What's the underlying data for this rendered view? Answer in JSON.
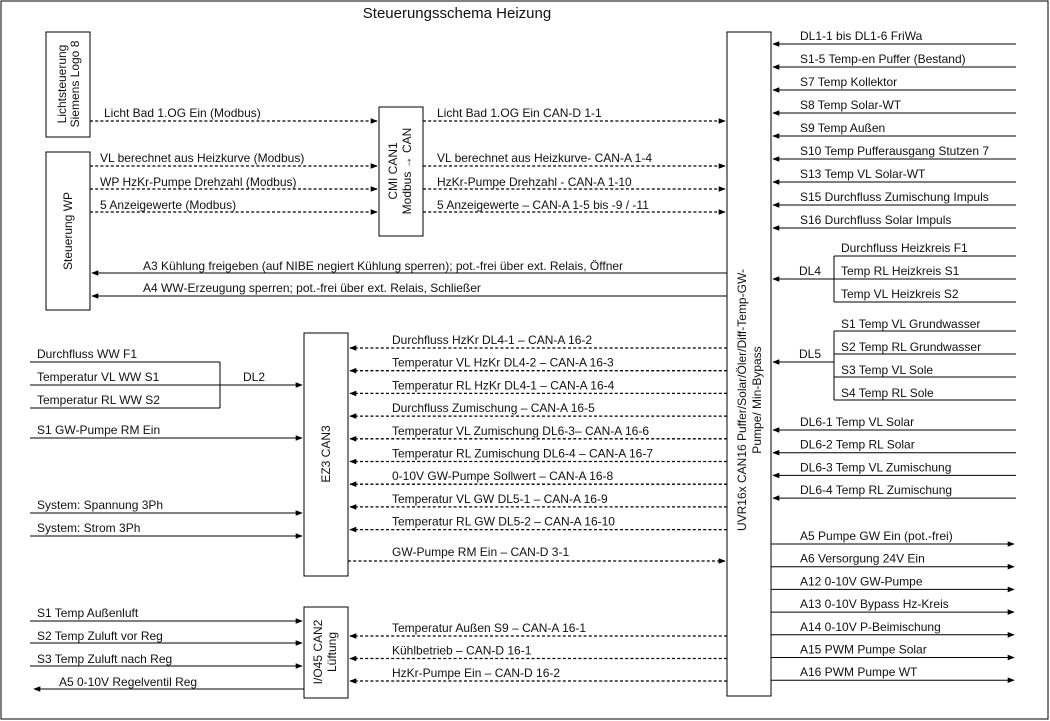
{
  "title": "Steuerungsschema Heizung",
  "boxes": {
    "licht": "Lichtsteuerung Siemens Logo 8",
    "licht_line1": "Lichtsteuerung",
    "licht_line2": "Siemens Logo 8",
    "wp": "Steuerung WP",
    "cmi": "CMI CAN1 Modbus → CAN",
    "cmi_line1": "CMI CAN1",
    "cmi_line2": "Modbus → CAN",
    "ez3": "EZ3 CAN3",
    "io45": "I/O45 CAN2 Lüftung",
    "io45_line1": "I/O45 CAN2",
    "io45_line2": "Lüftung",
    "uvr": "UVR16x CAN16 Puffer/Solar/Öler/Diff-Temp-GW-Pumpe/ Min-Bypass",
    "uvr_line1": "UVR16x CAN16 Puffer/Solar/Öler/Diff-Temp-GW-",
    "uvr_line2": "Pumpe/ Min-Bypass"
  },
  "modbus_inputs": {
    "licht_bad": "Licht Bad 1.OG Ein (Modbus)",
    "vl_berechnet": "VL berechnet aus Heizkurve (Modbus)",
    "hzkr_pumpe": "WP HzKr-Pumpe Drehzahl (Modbus)",
    "anzeigewerte": "5 Anzeigewerte (Modbus)"
  },
  "can_to_uvr": {
    "licht_bad": "Licht Bad 1.OG Ein  CAN-D 1-1",
    "vl_berechnet": "VL berechnet aus Heizkurve- CAN-A 1-4",
    "hzkr_pumpe": "HzKr-Pumpe Drehzahl - CAN-A 1-10",
    "anzeigewerte": "5 Anzeigewerte – CAN-A 1-5 bis -9 / -11"
  },
  "uvr_to_wp": {
    "a3": "A3 Kühlung freigeben (auf NIBE negiert Kühlung sperren); pot.-frei über ext. Relais, Öffner",
    "a4": "A4 WW-Erzeugung sperren; pot.-frei über ext. Relais, Schließer"
  },
  "ez3_can_signals": [
    "Durchfluss  HzKr DL4-1 – CAN-A 16-2",
    "Temperatur  VL HzKr DL4-2 – CAN-A 16-3",
    "Temperatur  RL HzKr DL4-1 – CAN-A 16-4",
    "Durchfluss Zumischung – CAN-A 16-5",
    "Temperatur  VL Zumischung DL6-3– CAN-A 16-6",
    "Temperatur  RL Zumischung DL6-4 – CAN-A 16-7",
    "0-10V GW-Pumpe Sollwert – CAN-A 16-8",
    "Temperatur  VL GW DL5-1 – CAN-A 16-9",
    "Temperatur  RL GW DL5-2 – CAN-A 16-10"
  ],
  "ez3_to_uvr": "GW-Pumpe RM Ein – CAN-D 3-1",
  "io45_can_signals": [
    "Temperatur  Außen S9 – CAN-A 16-1",
    "Kühlbetrieb – CAN-D 16-1",
    "HzKr-Pumpe Ein – CAN-D 16-2"
  ],
  "dl2": {
    "label": "DL2",
    "items": [
      "Durchfluss  WW F1",
      "Temperatur  VL WW S1",
      "Temperatur  RL WW S2"
    ]
  },
  "ez3_inputs": {
    "gw_pumpe_rm": "S1 GW-Pumpe RM Ein",
    "spannung": "System: Spannung 3Ph",
    "strom": "System: Strom 3Ph"
  },
  "io45_inputs": [
    "S1 Temp Außenluft",
    "S2 Temp Zuluft vor Reg",
    "S3 Temp Zuluft nach Reg"
  ],
  "io45_output": "A5 0-10V Regelventil Reg",
  "uvr_inputs_top": [
    "DL1-1 bis DL1-6 FriWa",
    "S1-5 Temp-en Puffer (Bestand)",
    "S7 Temp Kollektor",
    "S8 Temp Solar-WT",
    "S9 Temp Außen",
    "S10 Temp Pufferausgang Stutzen 7",
    "S13 Temp VL Solar-WT",
    "S15 Durchfluss Zumischung Impuls",
    "S16 Durchfluss Solar Impuls"
  ],
  "dl4": {
    "label": "DL4",
    "items": [
      "Durchfluss  Heizkreis F1",
      "Temp  RL Heizkreis S1",
      "Temp  VL Heizkreis S2"
    ]
  },
  "dl5": {
    "label": "DL5",
    "items": [
      "S1 Temp VL Grundwasser",
      "S2 Temp RL Grundwasser",
      "S3 Temp VL Sole",
      "S4 Temp RL Sole"
    ]
  },
  "dl6_inputs": [
    "DL6-1 Temp VL Solar",
    "DL6-2 Temp RL Solar",
    "DL6-3 Temp VL Zumischung",
    "DL6-4 Temp RL Zumischung"
  ],
  "uvr_outputs": [
    "A5  Pumpe GW Ein (pot.-frei)",
    "A6  Versorgung 24V Ein",
    "A12 0-10V GW-Pumpe",
    "A13 0-10V Bypass Hz-Kreis",
    "A14 0-10V P-Beimischung",
    "A15 PWM Pumpe Solar",
    "A16 PWM Pumpe WT"
  ]
}
